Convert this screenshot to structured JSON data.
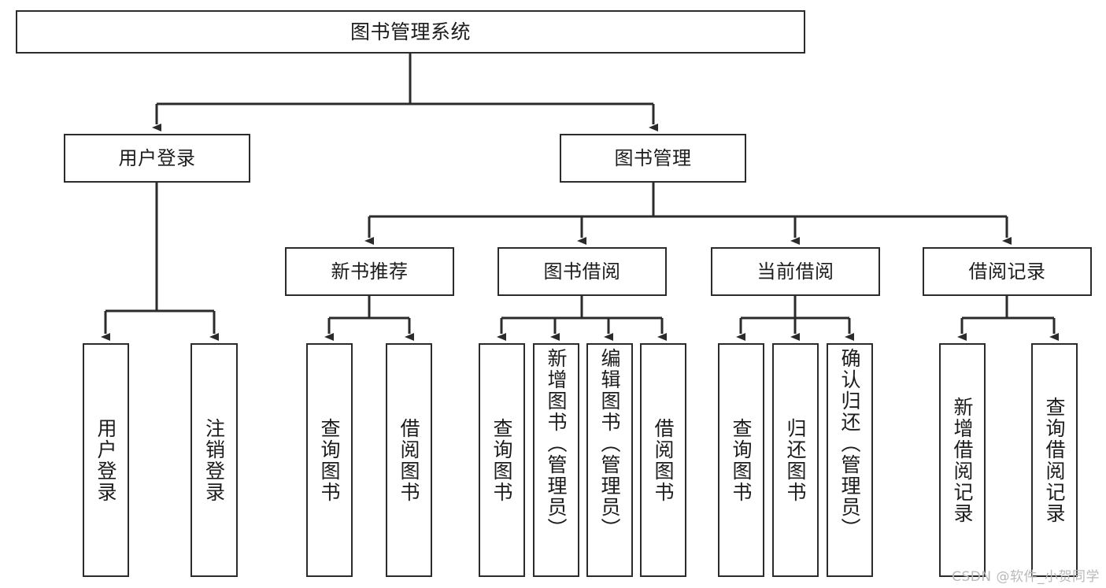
{
  "diagram": {
    "title": "图书管理系统",
    "type": "tree-hierarchy",
    "watermark": "CSDN @软件_小贺同学",
    "colors": {
      "background": "#ffffff",
      "box_border": "#2b2b2b",
      "box_fill": "#ffffff",
      "text": "#1c1c1c",
      "edge": "#2b2b2b",
      "watermark": "#b9b9b9"
    },
    "root": {
      "label": "图书管理系统"
    },
    "level2": [
      {
        "label": "用户登录"
      },
      {
        "label": "图书管理"
      }
    ],
    "level3": [
      {
        "label": "新书推荐"
      },
      {
        "label": "图书借阅"
      },
      {
        "label": "当前借阅"
      },
      {
        "label": "借阅记录"
      }
    ],
    "leaves": {
      "user_login": [
        {
          "label": "用户登录"
        },
        {
          "label": "注销登录"
        }
      ],
      "new_book_recommend": [
        {
          "label": "查询图书"
        },
        {
          "label": "借阅图书"
        }
      ],
      "book_borrow": [
        {
          "label": "查询图书"
        },
        {
          "label": "新增图书（管理员）"
        },
        {
          "label": "编辑图书（管理员）"
        },
        {
          "label": "借阅图书"
        }
      ],
      "current_borrow": [
        {
          "label": "查询图书"
        },
        {
          "label": "归还图书"
        },
        {
          "label": "确认归还（管理员）"
        }
      ],
      "borrow_record": [
        {
          "label": "新增借阅记录"
        },
        {
          "label": "查询借阅记录"
        }
      ]
    }
  }
}
